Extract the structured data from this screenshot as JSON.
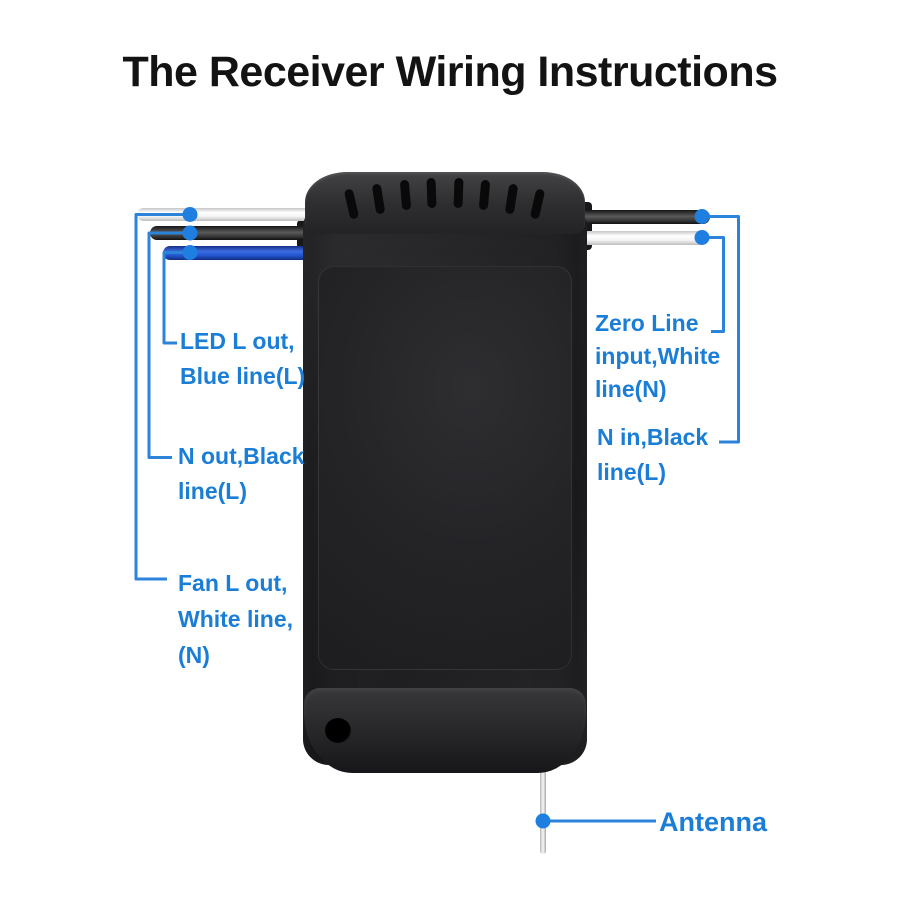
{
  "title": "The Receiver Wiring Instructions",
  "labels": {
    "led_l_out": {
      "lines": [
        "LED L out,",
        "Blue line(L)"
      ]
    },
    "n_out": {
      "lines": [
        "N out,Black",
        "line(L)"
      ]
    },
    "fan_l_out": {
      "lines": [
        "Fan L out,",
        "White line,",
        "(N)"
      ]
    },
    "zero_line": {
      "lines": [
        "Zero Line",
        "input,White",
        "line(N)"
      ]
    },
    "n_in": {
      "lines": [
        "N in,Black",
        "line(L)"
      ]
    },
    "antenna": {
      "text": "Antenna"
    }
  },
  "colors": {
    "label_blue": "#1a7dd6",
    "leader_line_blue": "#2b83da",
    "connector_dot_blue": "#1f7fe0",
    "wire_blue": "#2256d0",
    "wire_white": "#f4f4f4",
    "wire_black": "#3c3c3c",
    "device_black": "#242427",
    "title_color": "#131313",
    "background": "#ffffff"
  }
}
